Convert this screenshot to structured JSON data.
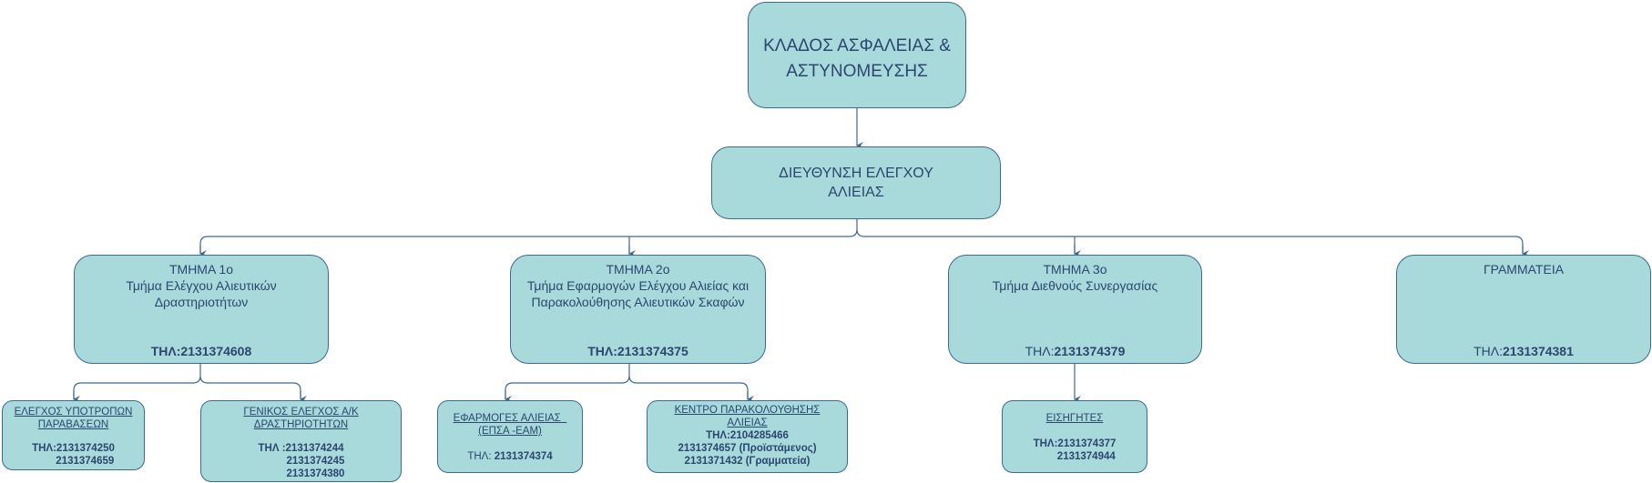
{
  "root": {
    "line1": "ΚΛΑΔΟΣ ΑΣΦΑΛΕΙΑΣ &",
    "line2": "ΑΣΤΥΝΟΜΕΥΣΗΣ"
  },
  "directorate": {
    "line1": "ΔΙΕΥΘΥΝΣΗ ΕΛΕΓΧΟΥ",
    "line2": "ΑΛΙΕΙΑΣ"
  },
  "departments": [
    {
      "title": "ΤΜΗΜΑ 1ο",
      "name1": "Τμήμα Ελέγχου Αλιευτικών",
      "name2": "Δραστηριοτήτων",
      "phone": "ΤΗΛ:2131374608"
    },
    {
      "title": "ΤΜΗΜΑ 2ο",
      "name1": "Τμήμα Εφαρμογών Ελέγχου Αλιείας και",
      "name2": "Παρακολούθησης Αλιευτικών Σκαφών",
      "phone": "ΤΗΛ:2131374375"
    },
    {
      "title": "ΤΜΗΜΑ 3ο",
      "name1": "Τμήμα Διεθνούς Συνεργασίας",
      "phone_label": "ΤΗΛ:",
      "phone": "2131374379"
    },
    {
      "title": "ΓΡΑΜΜΑΤΕΙΑ",
      "phone_label": "ΤΗΛ:",
      "phone": "2131374381"
    }
  ],
  "units": [
    {
      "title1": "ΕΛΕΓΧΟΣ ΥΠΟΤΡΟΠΩΝ",
      "title2": "ΠΑΡΑΒΑΣΕΩΝ",
      "phones": [
        "ΤΗΛ:2131374250",
        "        2131374659"
      ]
    },
    {
      "title1": "ΓΕΝΙΚΟΣ ΕΛΕΓΧΟΣ Α/Κ",
      "title2": "ΔΡΑΣΤΗΡΙΟΤΗΤΩΝ",
      "phones": [
        "ΤΗΛ :2131374244",
        "          2131374245",
        "          2131374380"
      ]
    },
    {
      "title1": "ΕΦΑΡΜΟΓΕΣ ΑΛΙΕΙΑΣ  ",
      "title2": "(ΕΠΣΑ -ΕΑΜ)",
      "phone_label": "ΤΗΛ: ",
      "phone": "2131374374"
    },
    {
      "title1": "ΚΕΝΤΡΟ ΠΑΡΑΚΟΛΟΥΘΗΣΗΣ",
      "title2": "ΑΛΙΕΙΑΣ",
      "phones": [
        "ΤΗΛ:2104285466",
        "2131374657 (Προϊστάμενος)",
        "2131371432 (Γραμματεία)"
      ]
    },
    {
      "title1": "ΕΙΣΗΓΗΤΕΣ",
      "phones": [
        "ΤΗΛ:2131374377",
        "        2131374944"
      ]
    }
  ],
  "colors": {
    "fill": "#a8d9db",
    "stroke": "#3d6a8e",
    "text": "#2c4670"
  }
}
